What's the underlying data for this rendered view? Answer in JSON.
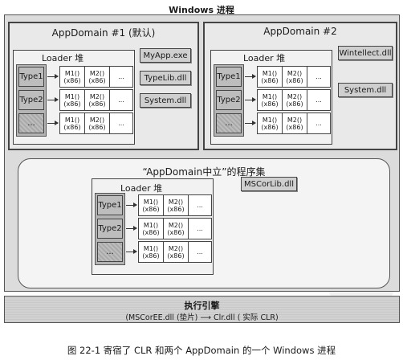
{
  "process_title": "Windows 进程",
  "domain1": {
    "title": "AppDomain #1 (默认)",
    "loader_title": "Loader 堆",
    "types": [
      "Type1",
      "Type2",
      "..."
    ],
    "assemblies": [
      "MyApp.exe",
      "TypeLib.dll",
      "System.dll"
    ]
  },
  "domain2": {
    "title": "AppDomain #2",
    "loader_title": "Loader 堆",
    "types": [
      "Type1",
      "Type2",
      "..."
    ],
    "assemblies": [
      "Wintellect.dll",
      "System.dll"
    ]
  },
  "neutral": {
    "title": "“AppDomain中立”的程序集",
    "loader_title": "Loader 堆",
    "types": [
      "Type1",
      "Type2",
      "..."
    ],
    "assemblies": [
      "MSCorLib.dll"
    ]
  },
  "method_row": {
    "m1_name": "M1()",
    "m1_arch": "(x86)",
    "m2_name": "M2()",
    "m2_arch": "(x86)",
    "more": "..."
  },
  "engine": {
    "title": "执行引擎",
    "shim": "(MSCorEE.dll (垫片)",
    "clr": "Clr.dll ( 实际 CLR)"
  },
  "figure_caption": "图 22-1   寄宿了 CLR 和两个 AppDomain 的一个 Windows 进程"
}
